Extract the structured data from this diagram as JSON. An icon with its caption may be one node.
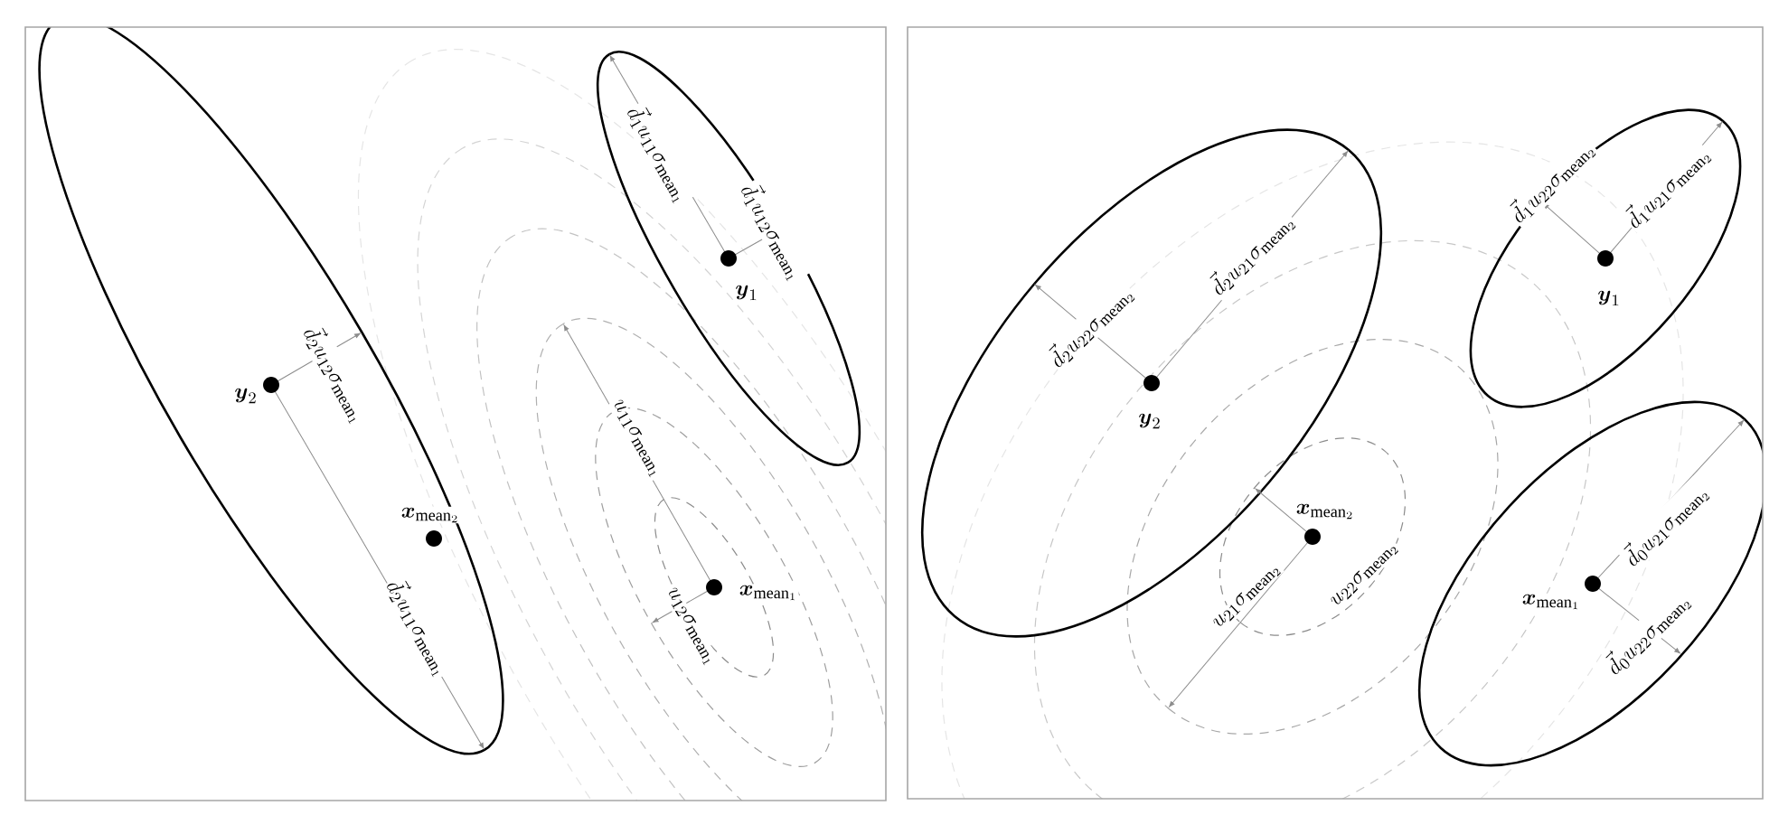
{
  "diagram": {
    "labels": [
      "\\vec{d}_1 u_{11}\\sigma_{\\mathrm{mean}_1}",
      "\\vec{d}_1 u_{12}\\sigma_{\\mathrm{mean}_1}",
      "\\boldsymbol{y}_1",
      "\\vec{d}_2 u_{12}\\sigma_{\\mathrm{mean}_1}",
      "\\boldsymbol{y}_2",
      "u_{11}\\sigma_{\\mathrm{mean}_1}",
      "\\boldsymbol{x}_{\\mathrm{mean}_2}",
      "\\vec{d}_2 u_{11}\\sigma_{\\mathrm{mean}_1}",
      "u_{12}\\sigma_{\\mathrm{mean}_1}",
      "\\boldsymbol{x}_{\\mathrm{mean}_1}",
      "\\vec{d}_1 u_{22}\\sigma_{\\mathrm{mean}_2}",
      "\\vec{d}_1 u_{21}\\sigma_{\\mathrm{mean}_2}",
      "\\vec{d}_2 u_{22}\\sigma_{\\mathrm{mean}_2}",
      "\\vec{d}_2 u_{21}\\sigma_{\\mathrm{mean}_2}",
      "\\boldsymbol{y}_1",
      "\\boldsymbol{y}_2",
      "\\boldsymbol{x}_{\\mathrm{mean}_2}",
      "\\vec{d}_0 u_{21}\\sigma_{\\mathrm{mean}_2}",
      "u_{21}\\sigma_{\\mathrm{mean}_2}",
      "u_{22}\\sigma_{\\mathrm{mean}_2}",
      "\\boldsymbol{x}_{\\mathrm{mean}_1}",
      "\\vec{d}_0 u_{22}\\sigma_{\\mathrm{mean}_2}"
    ]
  }
}
